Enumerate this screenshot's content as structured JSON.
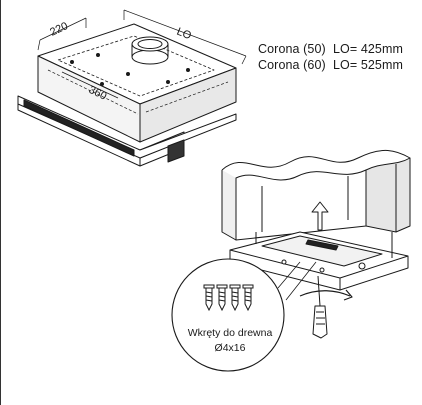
{
  "dimensions": {
    "depth": "220",
    "length": "LO",
    "width": "360"
  },
  "specs": [
    {
      "model": "Corona (50)",
      "value": "LO= 425mm"
    },
    {
      "model": "Corona (60)",
      "value": "LO= 525mm"
    }
  ],
  "screws": {
    "label": "Wkręty do drewna",
    "size": "Ø4x16"
  }
}
